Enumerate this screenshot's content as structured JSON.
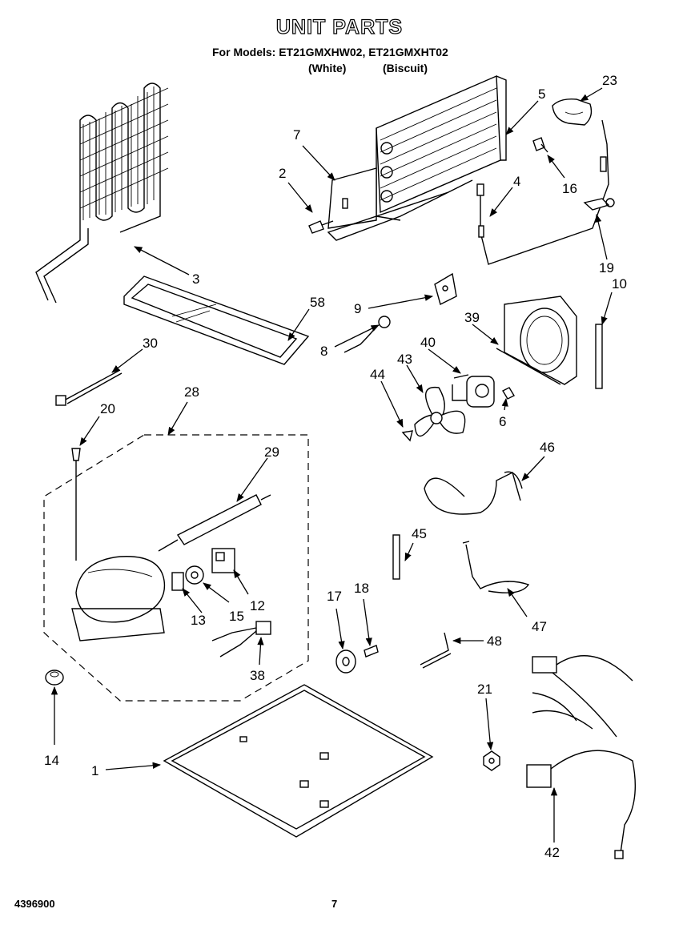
{
  "header": {
    "title": "UNIT PARTS",
    "models_line": "For Models: ET21GMXHW02, ET21GMXHT02",
    "variant_white": "(White)",
    "variant_biscuit": "(Biscuit)"
  },
  "callouts": [
    "3",
    "7",
    "2",
    "5",
    "23",
    "16",
    "4",
    "19",
    "10",
    "58",
    "9",
    "8",
    "39",
    "30",
    "40",
    "43",
    "44",
    "6",
    "28",
    "20",
    "29",
    "46",
    "45",
    "12",
    "13",
    "15",
    "47",
    "17",
    "18",
    "48",
    "38",
    "21",
    "14",
    "1",
    "42"
  ],
  "footer": {
    "doc_number": "4396900",
    "page_number": "7"
  }
}
